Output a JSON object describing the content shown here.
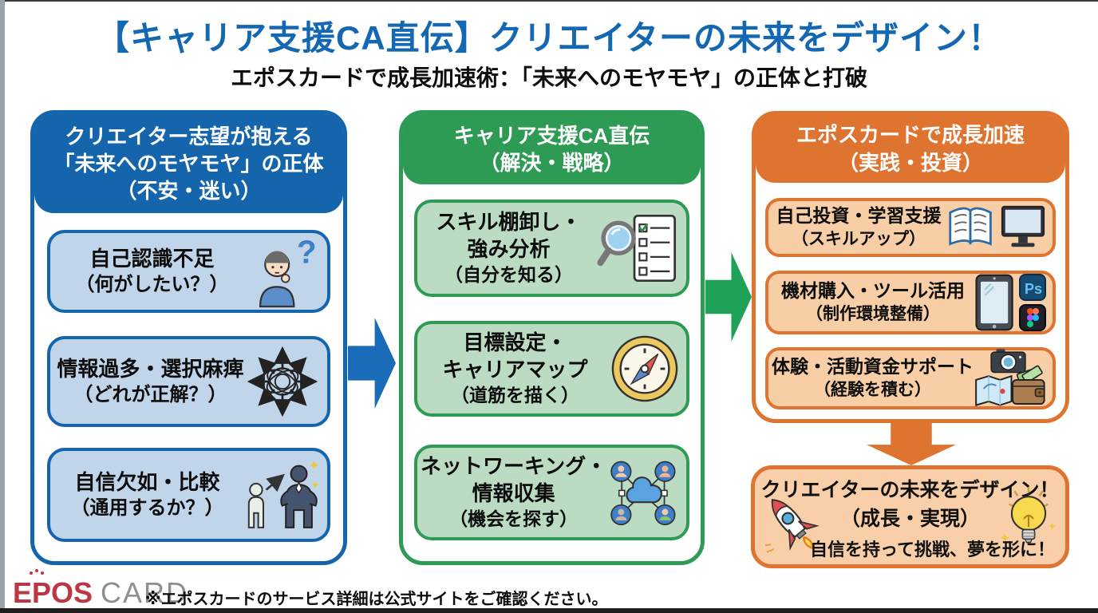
{
  "header": {
    "title": "【キャリア支援CA直伝】クリエイターの未来をデザイン！",
    "subtitle": "エポスカードで成長加速術：「未来へのモヤモヤ」の正体と打破"
  },
  "columns": {
    "problems": {
      "title_lines": [
        "クリエイター志望が抱える",
        "「未来へのモヤモヤ」の正体",
        "（不安・迷い）"
      ],
      "items": [
        {
          "lines": [
            "自己認識不足",
            "（何がしたい？）"
          ],
          "icon": "thinking-person-icon"
        },
        {
          "lines": [
            "情報過多・選択麻痺",
            "（どれが正解？）"
          ],
          "icon": "tangled-arrows-icon"
        },
        {
          "lines": [
            "自信欠如・比較",
            "（通用するか？）"
          ],
          "icon": "comparison-people-icon"
        }
      ]
    },
    "solutions": {
      "title_lines": [
        "キャリア支援CA直伝",
        "（解決・戦略）"
      ],
      "items": [
        {
          "lines": [
            "スキル棚卸し・",
            "強み分析",
            "（自分を知る）"
          ],
          "icon": "magnifier-checklist-icon"
        },
        {
          "lines": [
            "目標設定・",
            "キャリアマップ",
            "（道筋を描く）"
          ],
          "icon": "compass-icon"
        },
        {
          "lines": [
            "ネットワーキング・",
            "情報収集",
            "（機会を探す）"
          ],
          "icon": "network-icon"
        }
      ]
    },
    "actions": {
      "title_lines": [
        "エポスカードで成長加速",
        "（実践・投資）"
      ],
      "items": [
        {
          "lines": [
            "自己投資・学習支援",
            "（スキルアップ）"
          ],
          "icons": [
            "open-book-icon",
            "monitor-icon"
          ]
        },
        {
          "lines": [
            "機材購入・ツール活用",
            "（制作環境整備）"
          ],
          "icons": [
            "tablet-icon",
            "photoshop-icon",
            "figma-icon"
          ]
        },
        {
          "lines": [
            "体験・活動資金サポート",
            "（経験を積む）"
          ],
          "icons": [
            "camera-icon",
            "map-icon",
            "wallet-icon"
          ]
        }
      ]
    }
  },
  "outcome": {
    "title_lines": [
      "クリエイターの未来をデザイン！",
      "（成長・実現）"
    ],
    "caption": "自信を持って挑戦、夢を形に！",
    "icons": [
      "rocket-icon",
      "lightbulb-icon"
    ]
  },
  "footer": {
    "brand": {
      "epos": "EPOS",
      "card": "CARD"
    },
    "note": "※エポスカードのサービス詳細は公式サイトをご確認ください。"
  },
  "glyphs": {
    "question": "?",
    "photoshop_label": "Ps"
  },
  "palette": {
    "title_blue": "#1467b2",
    "blue": "#1565ad",
    "blue_fill": "#c0d5ea",
    "green": "#2e9b55",
    "green_fill": "#bbdcc3",
    "orange": "#df7430",
    "orange_fill": "#f7cea6",
    "arrow_blue": "#1b6cb8",
    "arrow_green": "#1fa257",
    "arrow_orange": "#df7430",
    "epos_red": "#bd3643",
    "card_gray": "#8e8e8e"
  }
}
